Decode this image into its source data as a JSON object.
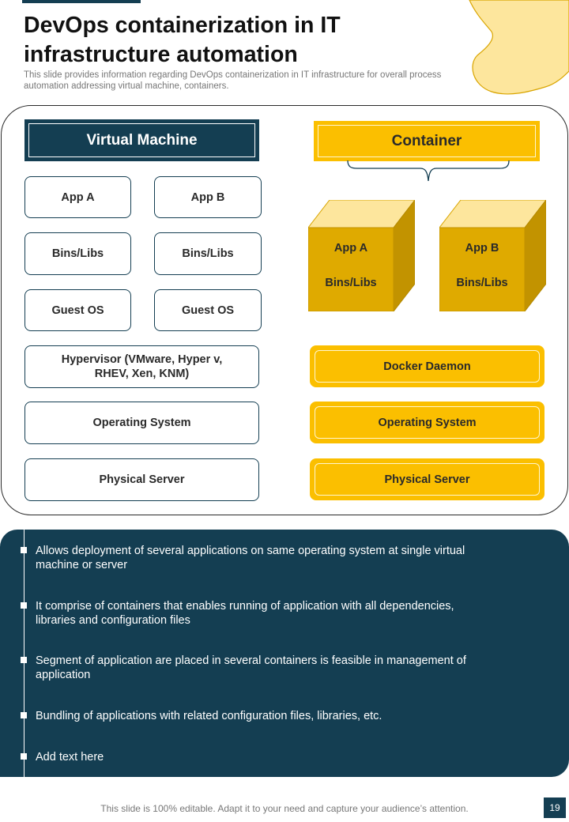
{
  "slide": {
    "title": "DevOps containerization in IT infrastructure automation",
    "subtitle": "This slide provides information regarding DevOps containerization in IT infrastructure for overall process automation addressing virtual machine, containers."
  },
  "colors": {
    "primary": "#143e52",
    "accent": "#fbbf00",
    "accent_dark": "#d9a500",
    "accent_light": "#fde69d"
  },
  "virtual_machine": {
    "header": "Virtual Machine",
    "app_a": "App A",
    "app_b": "App B",
    "bins_a": "Bins/Libs",
    "bins_b": "Bins/Libs",
    "guest_a": "Guest OS",
    "guest_b": "Guest OS",
    "hypervisor_line1": "Hypervisor (VMware, Hyper v,",
    "hypervisor_line2": "RHEV, Xen, KNM)",
    "operating_system": "Operating System",
    "physical_server": "Physical Server"
  },
  "container": {
    "header": "Container",
    "cube_a_app": "App A",
    "cube_a_bins": "Bins/Libs",
    "cube_b_app": "App B",
    "cube_b_bins": "Bins/Libs",
    "docker": "Docker Daemon",
    "operating_system": "Operating System",
    "physical_server": "Physical Server"
  },
  "bullets": [
    "Allows deployment of several applications on same operating system at single virtual machine or server",
    "It comprise of containers that enables running of application with all dependencies, libraries and configuration files",
    "Segment of application are placed in several containers is feasible in management of application",
    "Bundling of applications with related configuration files, libraries, etc.",
    "Add text here"
  ],
  "footer": {
    "note": "This slide is 100% editable. Adapt it to your need and capture your audience’s attention.",
    "page": "19"
  }
}
